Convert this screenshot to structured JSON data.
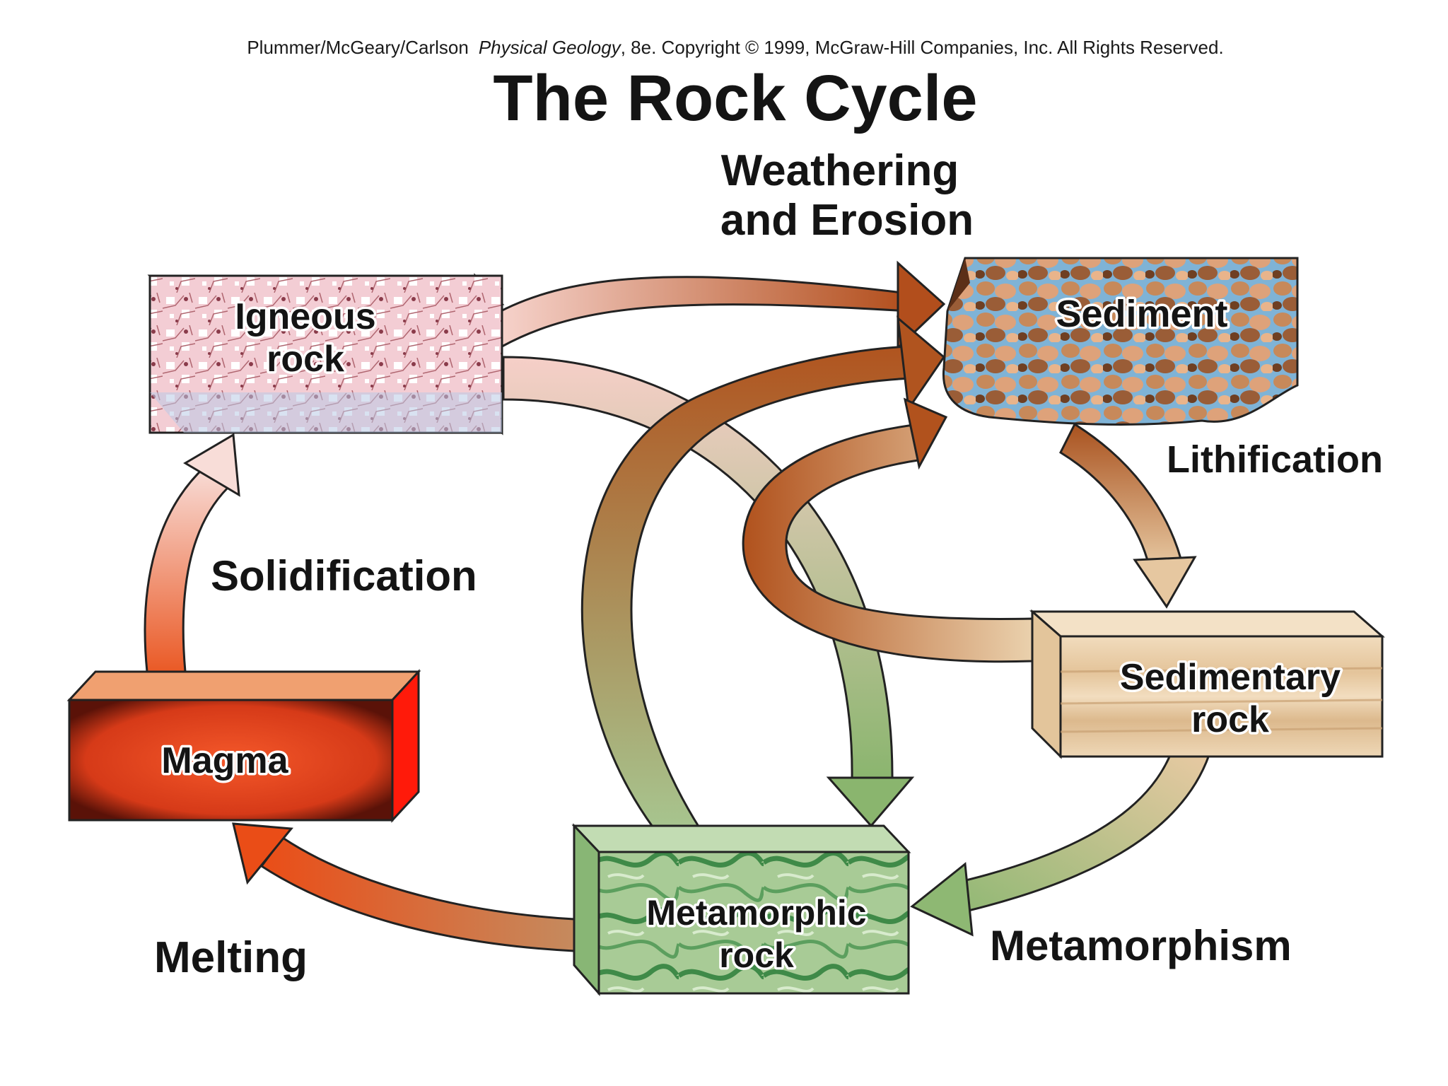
{
  "credit": {
    "authors": "Plummer/McGeary/Carlson",
    "book": "Physical Geology",
    "rest": ", 8e.  Copyright © 1999, McGraw-Hill Companies, Inc. All Rights Reserved."
  },
  "title": "The Rock Cycle",
  "nodes": {
    "igneous": {
      "line1": "Igneous",
      "line2": "rock",
      "color": "#f2c6cf"
    },
    "sediment": {
      "label": "Sediment",
      "color": "#c98a55"
    },
    "sedimentary": {
      "line1": "Sedimentary",
      "line2": "rock",
      "color": "#eccfa6"
    },
    "metamorphic": {
      "line1": "Metamorphic",
      "line2": "rock",
      "color": "#9fc48e"
    },
    "magma": {
      "label": "Magma",
      "color": "#e2331c"
    }
  },
  "processes": {
    "weathering_line1": "Weathering",
    "weathering_line2": "and Erosion",
    "lithification": "Lithification",
    "solidification": "Solidification",
    "metamorphism": "Metamorphism",
    "melting": "Melting"
  },
  "colors": {
    "arrow_pink": "#f6c1b6",
    "arrow_brown": "#b55a22",
    "arrow_tan": "#e8c79e",
    "arrow_green": "#8eb873",
    "arrow_orange": "#e9521d"
  }
}
